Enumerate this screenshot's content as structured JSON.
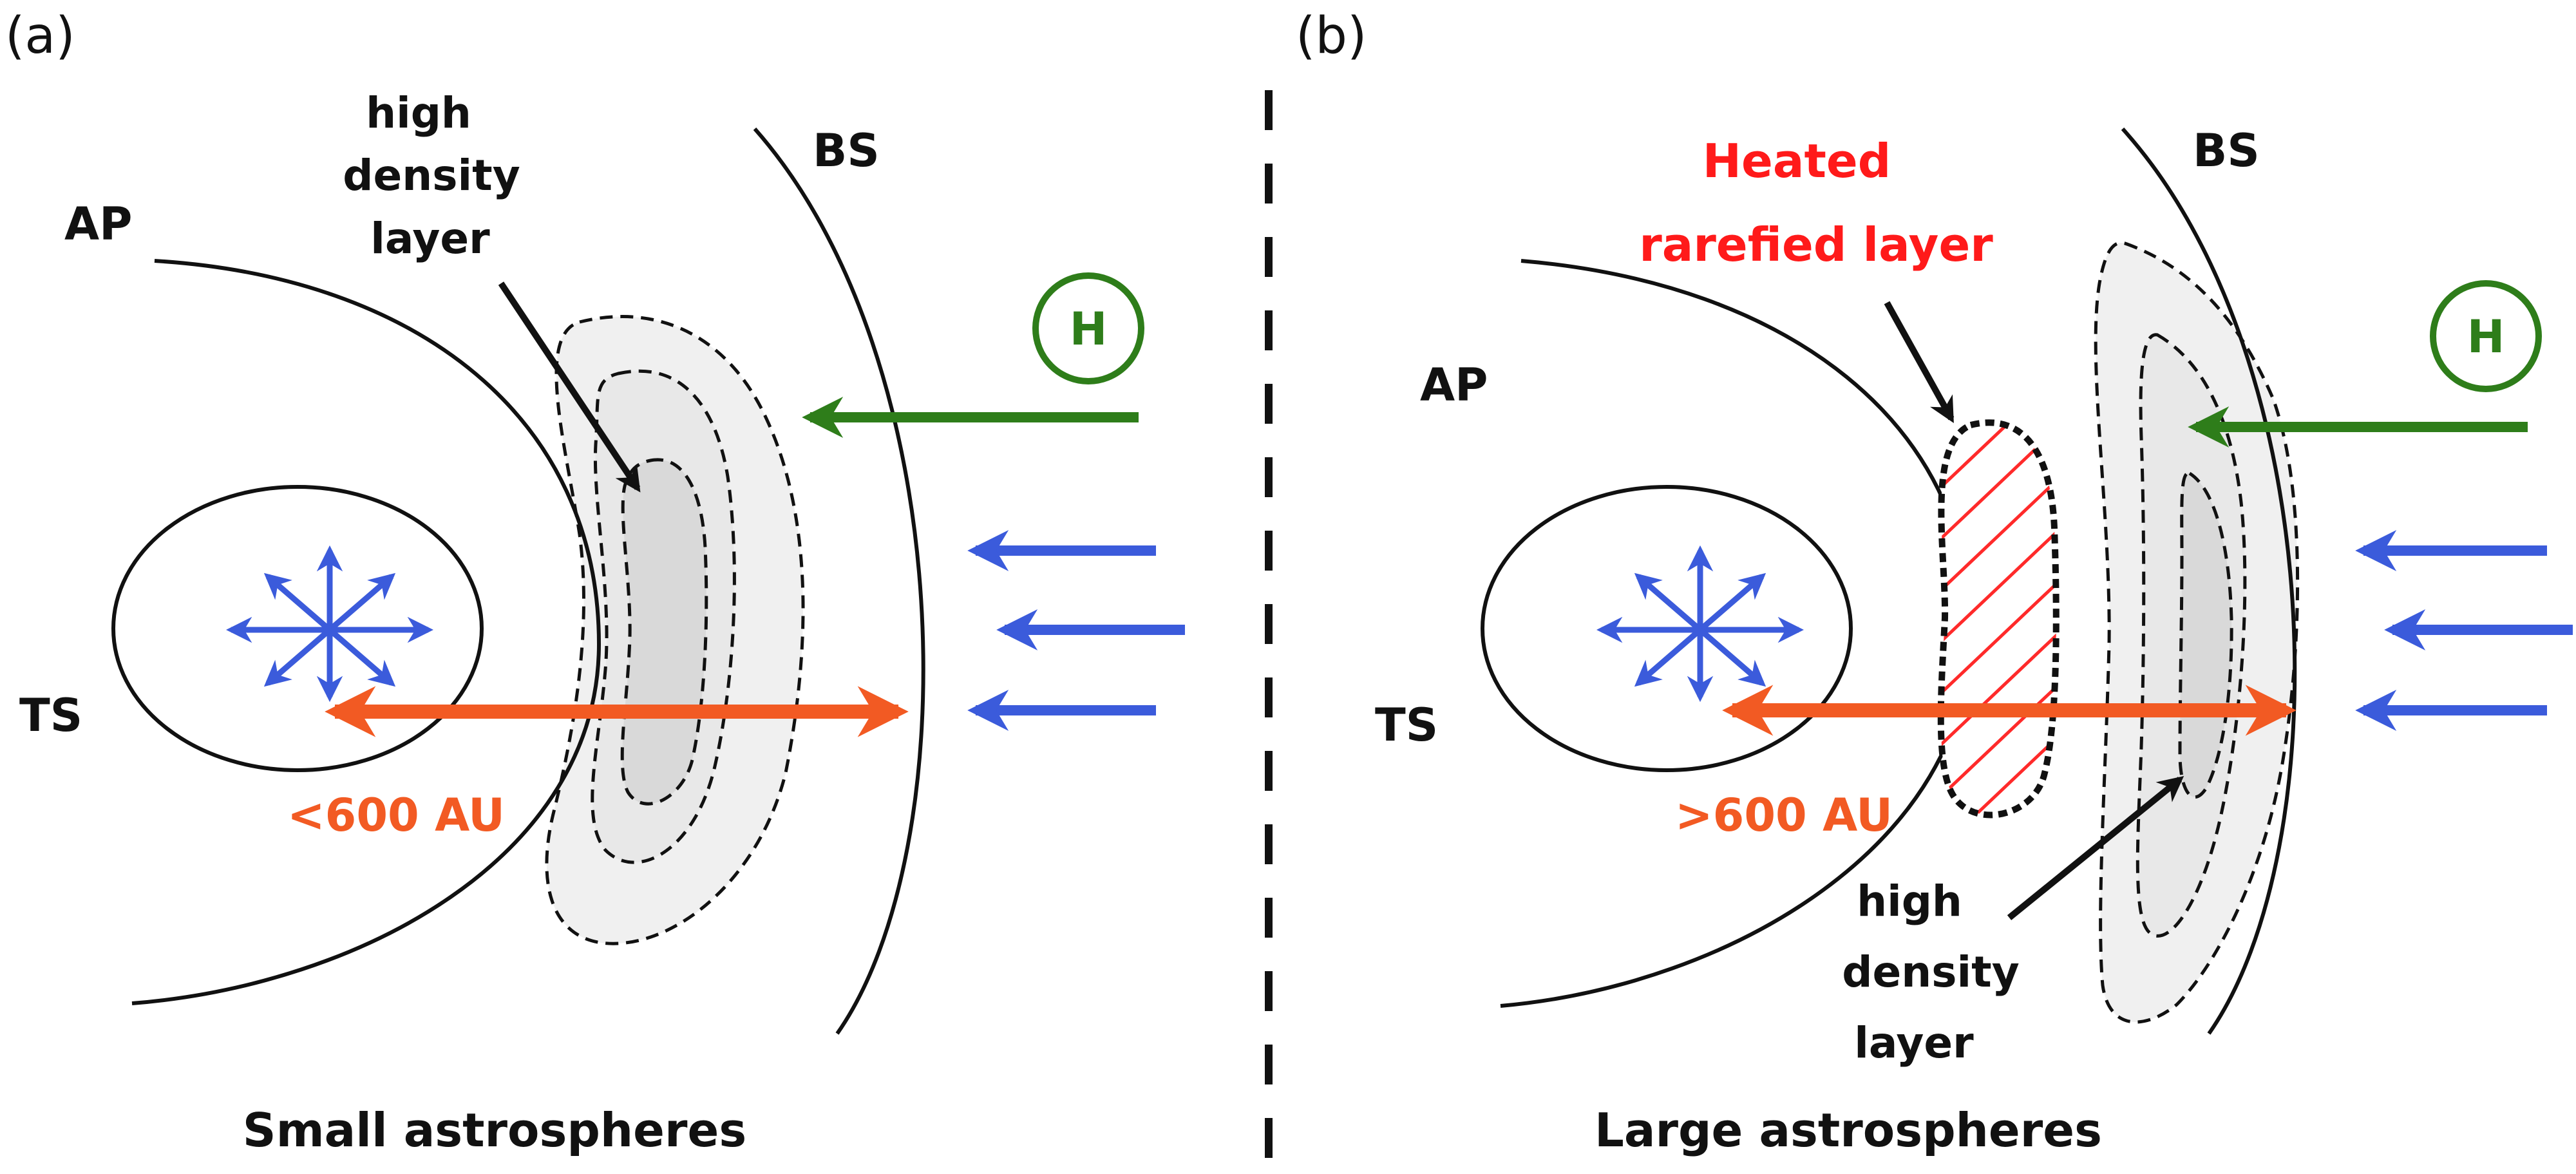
{
  "panels": [
    {
      "tag": "(a)",
      "labels": {
        "ap": "AP",
        "bs": "BS",
        "ts": "TS",
        "layer_line1": "high",
        "layer_line2": "density",
        "layer_line3": "layer",
        "neutral_h": "H",
        "distance": "<600 AU",
        "caption": "Small astrospheres"
      }
    },
    {
      "tag": "(b)",
      "labels": {
        "ap": "AP",
        "bs": "BS",
        "ts": "TS",
        "heated_line1": "Heated",
        "heated_line2": "rarefied layer",
        "neutral_h": "H",
        "distance": ">600 AU",
        "layer_line1": "high",
        "layer_line2": "density",
        "layer_line3": "layer",
        "caption": "Large astrospheres"
      }
    }
  ],
  "colors": {
    "line": "#111111",
    "stellar_wind": "#3b5bdb",
    "ism_flow": "#3b5bdb",
    "neutral_h": "#2e7d1a",
    "distance_arrow": "#f25a23",
    "heated_text": "#ff1a1a",
    "hatch": "#ff2a2a",
    "density_outer": "#f0f0f0",
    "density_inner": "#dcdcdc"
  }
}
